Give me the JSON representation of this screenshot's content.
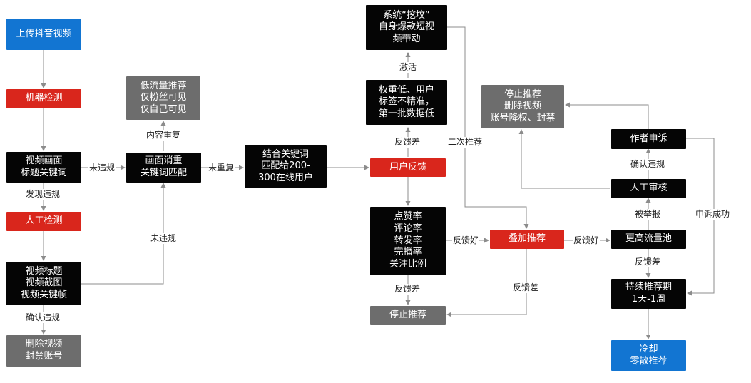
{
  "nodes": {
    "upload": "上传抖音视频",
    "machine_check": "机器检测",
    "video_title_kw": "视频画面\n标题关键词",
    "manual_check": "人工检测",
    "video_title_frames": "视频标题\n视频截图\n视频关键帧",
    "delete_ban": "删除视频\n封禁账号",
    "low_traffic": "低流量推荐\n仅粉丝可见\n仅自己可见",
    "dedupe": "画面消重\n关键词匹配",
    "match_users": "结合关键词\n匹配给200-\n300在线用户",
    "dig_grave": "系统“挖坟”\n自身爆款短视\n频带动",
    "low_weight": "权重低、用户\n标签不精准，\n第一批数据低",
    "user_feedback": "用户反馈",
    "metrics": "点赞率\n评论率\n转发率\n完播率\n关注比例",
    "stop_rec": "停止推荐",
    "stack_rec": "叠加推荐",
    "stop_delete_ban": "停止推荐\n删除视频\n账号降权、封禁",
    "author_appeal": "作者申诉",
    "manual_review": "人工审核",
    "higher_pool": "更高流量池",
    "sustained": "持续推荐期\n1天-1周",
    "cool_down": "冷却\n零散推荐"
  },
  "labels": {
    "not_violate_1": "未违规",
    "found_violation": "发现违规",
    "not_violate_2": "未违规",
    "confirm_violation_1": "确认违规",
    "content_duplicate": "内容重复",
    "not_duplicate": "未重复",
    "activate": "激活",
    "feedback_bad_1": "反馈差",
    "second_rec": "二次推荐",
    "feedback_bad_2": "反馈差",
    "feedback_good_1": "反馈好",
    "feedback_bad_3": "反馈差",
    "feedback_good_2": "反馈好",
    "confirm_violation_2": "确认违规",
    "reported": "被举报",
    "appeal_success": "申诉成功",
    "feedback_bad_4": "反馈差"
  },
  "colors": {
    "black": "#050505",
    "red": "#d9261c",
    "blue": "#1275d2",
    "gray": "#6d6d6d",
    "connector": "#8c8c8c"
  }
}
